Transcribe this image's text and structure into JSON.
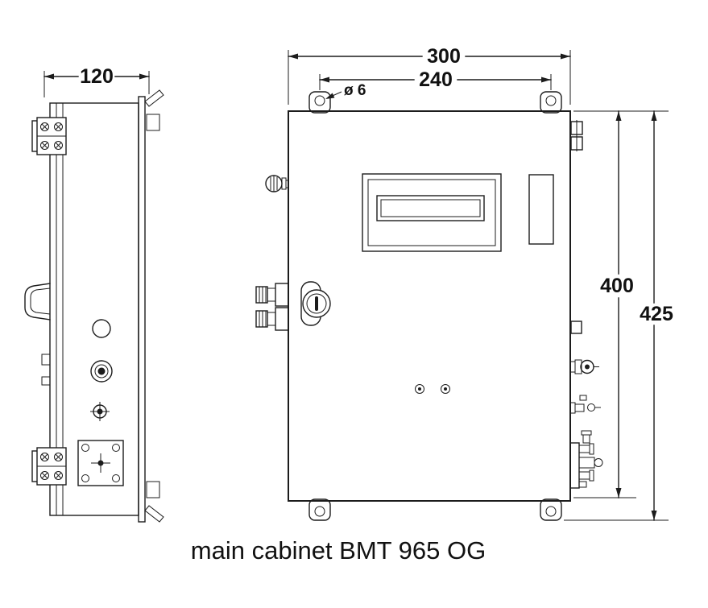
{
  "caption": "main cabinet BMT 965 OG",
  "dimensions": {
    "side_width": "120",
    "front_width": "300",
    "mount_hole_spacing": "240",
    "mount_hole_diameter": "ø 6",
    "door_height": "400",
    "total_height": "425"
  }
}
